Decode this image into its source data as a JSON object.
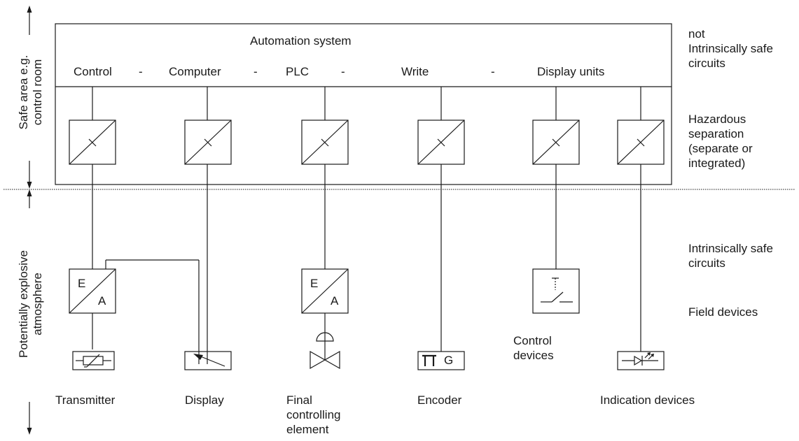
{
  "automation": {
    "title": "Automation system",
    "items": [
      "Control",
      "Computer",
      "PLC",
      "Write",
      "Display units"
    ],
    "separator": "-"
  },
  "left_labels": {
    "safe_area_line1": "Safe area e.g.",
    "safe_area_line2": "control room",
    "explosive_line1": "Potentially explosive",
    "explosive_line2": "atmosphere"
  },
  "right_labels": {
    "not_safe": [
      "not",
      "Intrinsically safe",
      "circuits"
    ],
    "hazardous": [
      "Hazardous",
      "separation",
      "(separate or",
      "integrated)"
    ],
    "intrinsic": [
      "Intrinsically safe",
      "circuits"
    ],
    "field_devices": "Field devices"
  },
  "converter_letters": {
    "top": "E",
    "bottom": "A"
  },
  "encoder_symbol": "G",
  "device_labels": {
    "transmitter": "Transmitter",
    "display": "Display",
    "final_controlling": [
      "Final",
      "controlling",
      "element"
    ],
    "encoder": "Encoder",
    "control_devices": [
      "Control",
      "devices"
    ],
    "indication_devices": "Indication devices"
  }
}
